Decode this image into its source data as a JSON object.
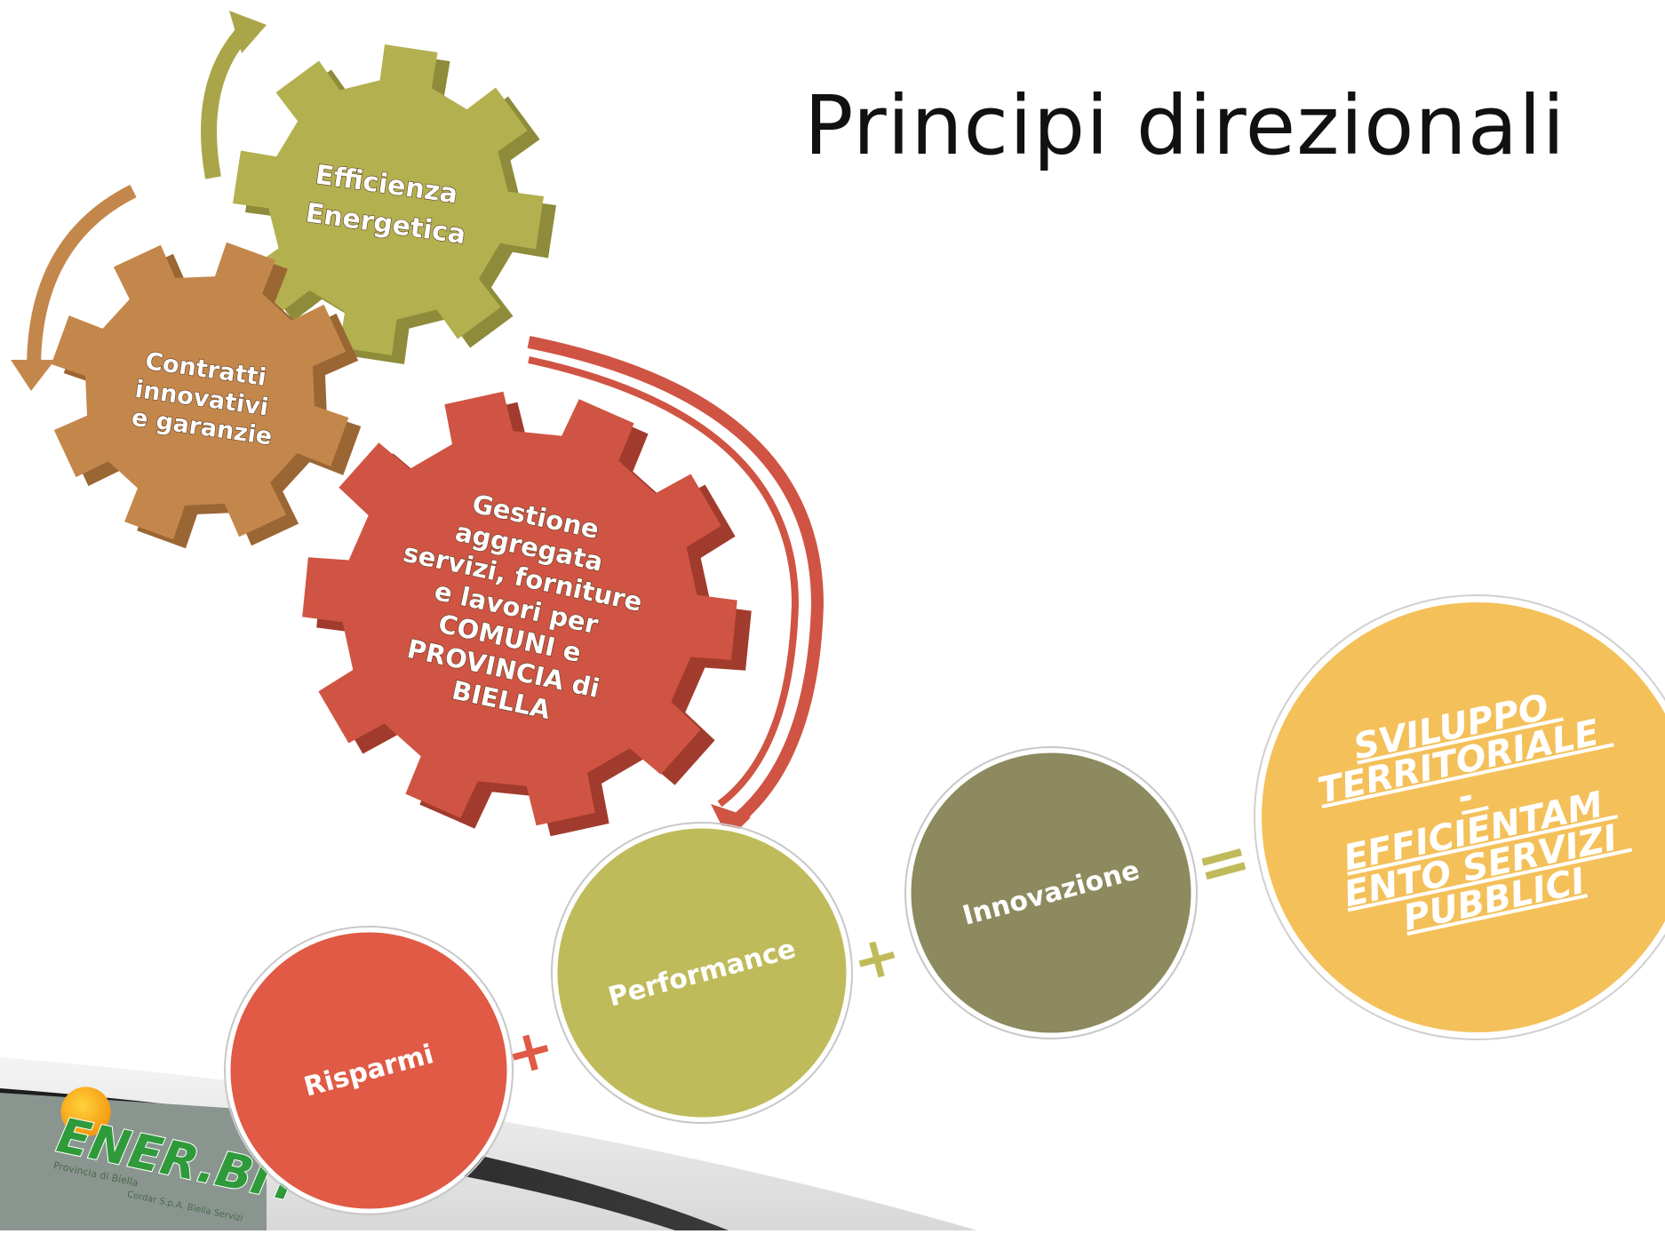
{
  "title": "Principi direzionali",
  "gears": [
    {
      "lines": [
        "Efficienza",
        "Energetica"
      ],
      "color": "#b3b04f",
      "shade": "#8e8b3a"
    },
    {
      "lines": [
        "Contratti",
        "innovativi",
        "e garanzie"
      ],
      "color": "#c4874b",
      "shade": "#9a6634"
    },
    {
      "lines": [
        "Gestione",
        "aggregata",
        "servizi, forniture",
        "e lavori per",
        "COMUNI e",
        "PROVINCIA di",
        "BIELLA"
      ],
      "color": "#d05443",
      "shade": "#a13b2d"
    }
  ],
  "formula": {
    "terms": [
      {
        "label": "Risparmi",
        "color": "#e05a45"
      },
      {
        "label": "Performance",
        "color": "#bfbb5b"
      },
      {
        "label": "Innovazione",
        "color": "#8c8a5e"
      }
    ],
    "operators": [
      "+",
      "+",
      "="
    ],
    "result": {
      "lines": [
        "SVILUPPO",
        "TERRITORIALE",
        "-",
        "EFFICIENTAM",
        "ENTO SERVIZI",
        "PUBBLICI"
      ],
      "color": "#f4c05a"
    }
  },
  "logo": {
    "name": "ENER.BIT",
    "sub_left": "Provincia di Biella",
    "sub_right": "Cordar S.p.A. Biella Servizi"
  }
}
